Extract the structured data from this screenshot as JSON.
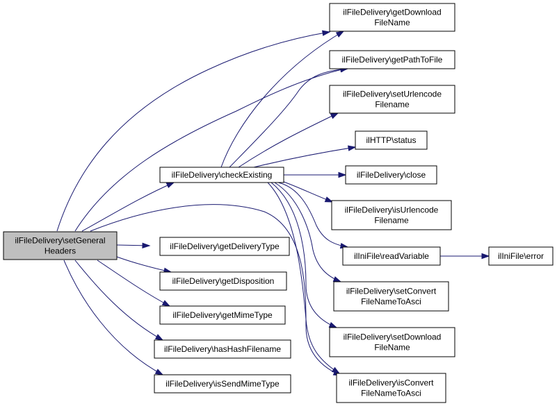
{
  "diagram": {
    "edge_color": "#191970",
    "root_fill": "#bfbfbf",
    "nodes": [
      {
        "id": "root",
        "lines": [
          "ilFileDelivery\\setGeneral",
          "Headers"
        ],
        "root": true
      },
      {
        "id": "checkExisting",
        "lines": [
          "ilFileDelivery\\checkExisting"
        ]
      },
      {
        "id": "getDeliveryType",
        "lines": [
          "ilFileDelivery\\getDeliveryType"
        ]
      },
      {
        "id": "getDisposition",
        "lines": [
          "ilFileDelivery\\getDisposition"
        ]
      },
      {
        "id": "getMimeType",
        "lines": [
          "ilFileDelivery\\getMimeType"
        ]
      },
      {
        "id": "hasHashFilename",
        "lines": [
          "ilFileDelivery\\hasHashFilename"
        ]
      },
      {
        "id": "isSendMimeType",
        "lines": [
          "ilFileDelivery\\isSendMimeType"
        ]
      },
      {
        "id": "getDownloadFileName",
        "lines": [
          "ilFileDelivery\\getDownload",
          "FileName"
        ]
      },
      {
        "id": "getPathToFile",
        "lines": [
          "ilFileDelivery\\getPathToFile"
        ]
      },
      {
        "id": "setUrlencodeFilename",
        "lines": [
          "ilFileDelivery\\setUrlencode",
          "Filename"
        ]
      },
      {
        "id": "httpStatus",
        "lines": [
          "ilHTTP\\status"
        ]
      },
      {
        "id": "close",
        "lines": [
          "ilFileDelivery\\close"
        ]
      },
      {
        "id": "isUrlencodeFilename",
        "lines": [
          "ilFileDelivery\\isUrlencode",
          "Filename"
        ]
      },
      {
        "id": "readVariable",
        "lines": [
          "ilIniFile\\readVariable"
        ]
      },
      {
        "id": "iniError",
        "lines": [
          "ilIniFile\\error"
        ]
      },
      {
        "id": "setConvertFileNameToAsci",
        "lines": [
          "ilFileDelivery\\setConvert",
          "FileNameToAsci"
        ]
      },
      {
        "id": "setDownloadFileName",
        "lines": [
          "ilFileDelivery\\setDownload",
          "FileName"
        ]
      },
      {
        "id": "isConvertFileNameToAsci",
        "lines": [
          "ilFileDelivery\\isConvert",
          "FileNameToAsci"
        ]
      }
    ],
    "edges": [
      [
        "root",
        "checkExisting"
      ],
      [
        "root",
        "getDeliveryType"
      ],
      [
        "root",
        "getDisposition"
      ],
      [
        "root",
        "getMimeType"
      ],
      [
        "root",
        "hasHashFilename"
      ],
      [
        "root",
        "isSendMimeType"
      ],
      [
        "root",
        "getDownloadFileName"
      ],
      [
        "root",
        "getPathToFile"
      ],
      [
        "root",
        "isConvertFileNameToAsci"
      ],
      [
        "checkExisting",
        "getDownloadFileName"
      ],
      [
        "checkExisting",
        "getPathToFile"
      ],
      [
        "checkExisting",
        "setUrlencodeFilename"
      ],
      [
        "checkExisting",
        "httpStatus"
      ],
      [
        "checkExisting",
        "close"
      ],
      [
        "checkExisting",
        "isUrlencodeFilename"
      ],
      [
        "checkExisting",
        "readVariable"
      ],
      [
        "checkExisting",
        "setConvertFileNameToAsci"
      ],
      [
        "checkExisting",
        "setDownloadFileName"
      ],
      [
        "checkExisting",
        "isConvertFileNameToAsci"
      ],
      [
        "readVariable",
        "iniError"
      ]
    ]
  }
}
